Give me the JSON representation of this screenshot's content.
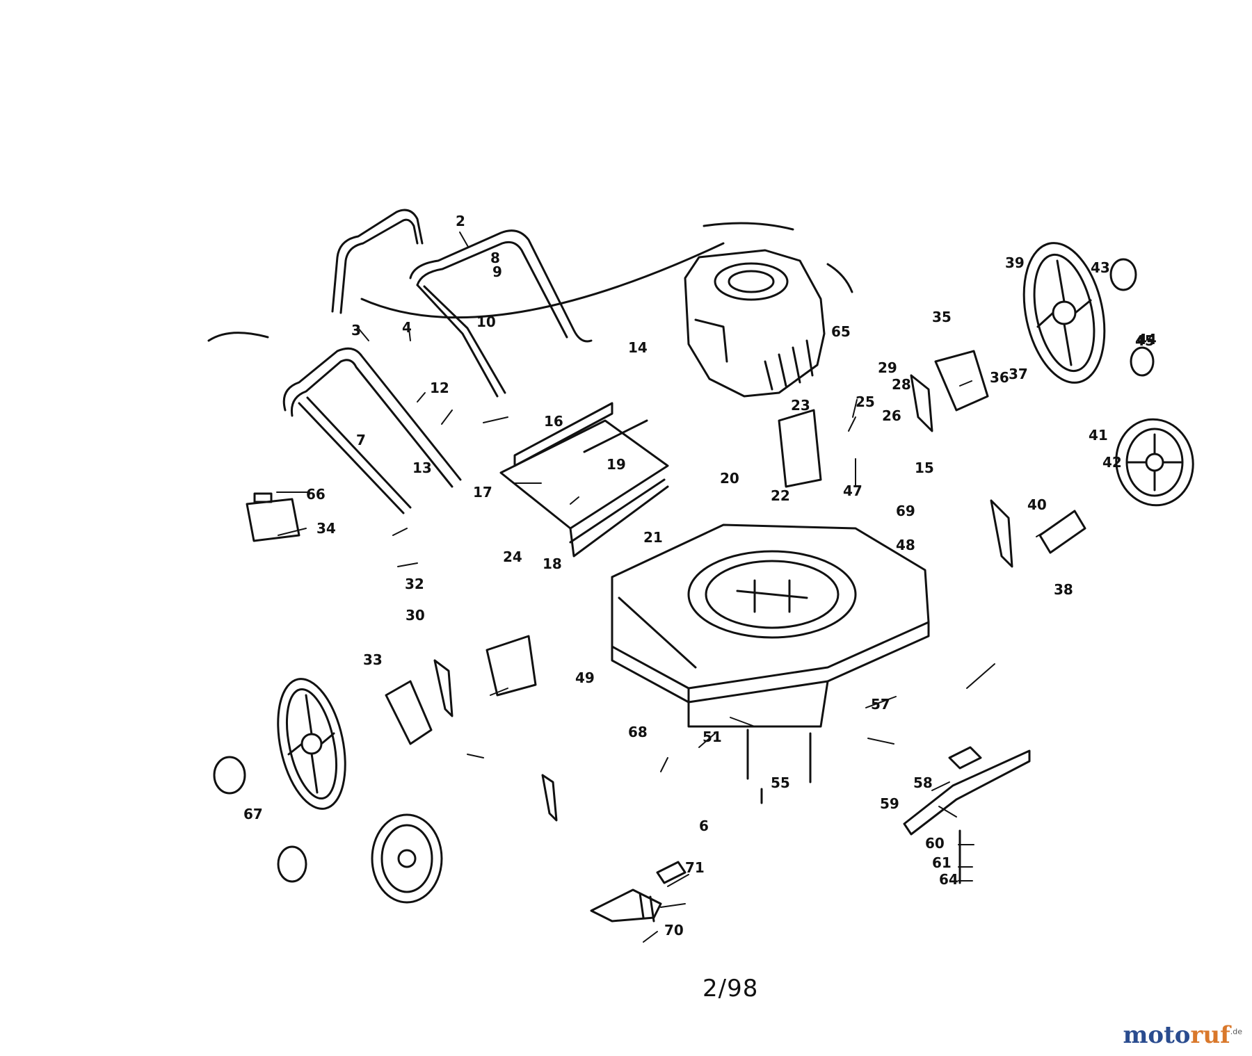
{
  "callouts": [
    "2",
    "3",
    "4",
    "6",
    "7",
    "8",
    "9",
    "10",
    "12",
    "13",
    "14",
    "15",
    "16",
    "17",
    "18",
    "19",
    "20",
    "21",
    "22",
    "23",
    "24",
    "25",
    "26",
    "28",
    "29",
    "30",
    "32",
    "33",
    "34",
    "35",
    "36",
    "37",
    "38",
    "39",
    "40",
    "41",
    "42",
    "43",
    "44",
    "45",
    "47",
    "48",
    "49",
    "51",
    "55",
    "57",
    "58",
    "59",
    "60",
    "61",
    "64",
    "65",
    "66",
    "67",
    "68",
    "69",
    "70",
    "71"
  ],
  "date_code": "2/98",
  "watermark": {
    "part1": "moto",
    "part2": "ruf",
    "suffix": ".de"
  },
  "colors": {
    "ink": "#111111",
    "watermark_blue": "#2a4c8f",
    "watermark_orange": "#d9782b"
  }
}
